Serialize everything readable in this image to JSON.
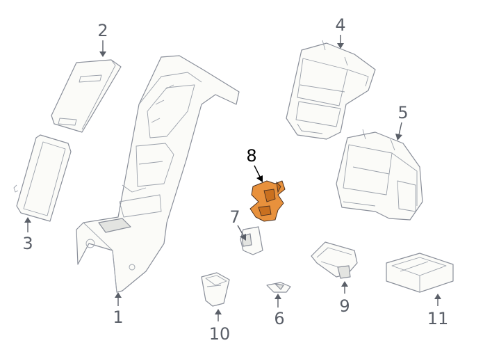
{
  "diagram": {
    "highlight_color": "#e8913c",
    "line_color": "#8a8f9a",
    "label_color": "#5a5f68",
    "selected_part": "8",
    "callouts": {
      "c1": "1",
      "c2": "2",
      "c3": "3",
      "c4": "4",
      "c5": "5",
      "c6": "6",
      "c7": "7",
      "c8": "8",
      "c9": "9",
      "c10": "10",
      "c11": "11"
    }
  }
}
